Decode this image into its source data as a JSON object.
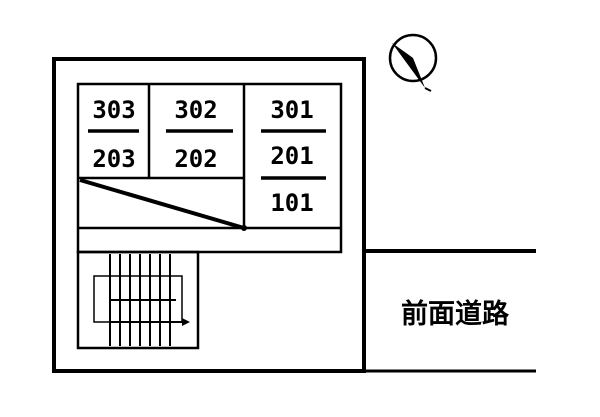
{
  "site_plan": {
    "units": {
      "u303": "303",
      "u302": "302",
      "u301": "301",
      "u203": "203",
      "u202": "202",
      "u201": "201",
      "u101": "101"
    },
    "road_label": "前面道路",
    "compass_icon": "north-arrow-icon",
    "line_color": "#000000",
    "background": "#ffffff"
  }
}
